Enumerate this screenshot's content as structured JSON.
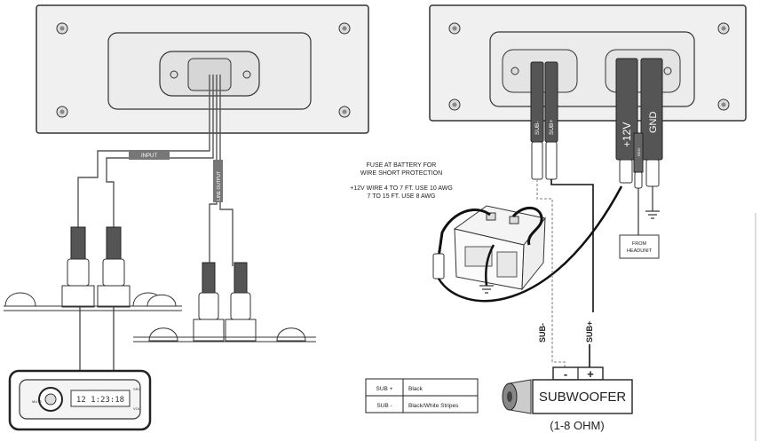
{
  "left": {
    "input_label": "INPUT",
    "line_output_label": "LINE OUTPUT",
    "headunit_time": "12 1:23:18",
    "headunit_buttons": [
      "MUTE",
      "SRC",
      "VOL"
    ]
  },
  "right": {
    "terminals": {
      "sub_minus": "SUB-",
      "sub_plus": "SUB+",
      "power": "+12V",
      "remote": "REM",
      "ground": "GND"
    },
    "fuse_note": {
      "line1": "FUSE AT BATTERY FOR",
      "line2": "WIRE SHORT PROTECTION",
      "line3": "+12V WIRE 4 TO 7 FT. USE 10 AWG",
      "line4": "7 TO 15 FT. USE 8 AWG"
    },
    "from_headunit": {
      "line1": "FROM",
      "line2": "HEADUNIT"
    },
    "wire_labels": {
      "sub_minus": "SUB-",
      "sub_plus": "SUB+"
    },
    "speaker_terminals": {
      "minus": "-",
      "plus": "+"
    },
    "subwoofer": {
      "title": "SUBWOOFER",
      "impedance": "(1-8 OHM)"
    },
    "legend": [
      {
        "terminal": "SUB +",
        "color": "Black"
      },
      {
        "terminal": "SUB -",
        "color": "Black/White Stripes"
      }
    ]
  }
}
